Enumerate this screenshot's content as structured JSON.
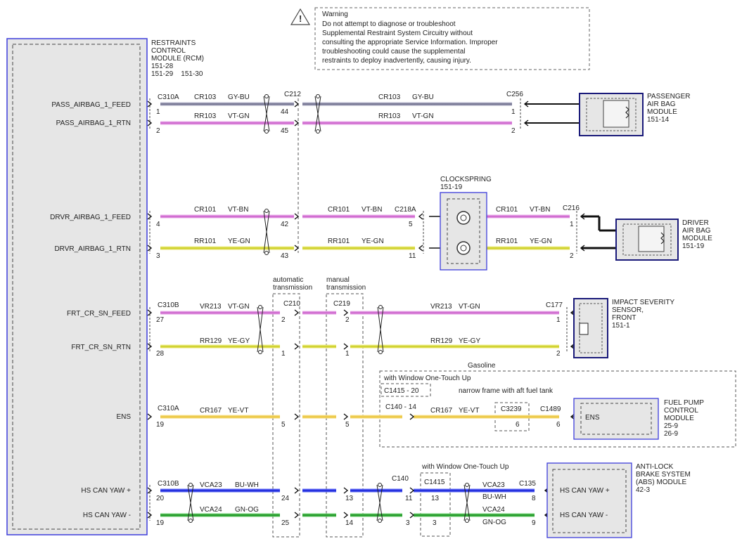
{
  "warning": {
    "heading": "Warning",
    "lines": [
      "Do not attempt to diagnose or troubleshoot",
      "Supplemental Restraint System Circuitry without",
      "consulting the appropriate Service Information. Improper",
      "troubleshooting could cause the supplemental",
      "restraints to deploy inadvertently, causing injury."
    ]
  },
  "rcm": {
    "name_lines": [
      "RESTRAINTS",
      "CONTROL",
      "MODULE (RCM)",
      "151-28",
      "151-29    151-30"
    ],
    "pins": [
      "PASS_AIRBAG_1_FEED",
      "PASS_AIRBAG_1_RTN",
      "DRVR_AIRBAG_1_FEED",
      "DRVR_AIRBAG_1_RTN",
      "FRT_CR_SN_FEED",
      "FRT_CR_SN_RTN",
      "ENS",
      "HS CAN YAW +",
      "HS CAN YAW -"
    ]
  },
  "connectors": {
    "c310a_1": "C310A",
    "c212": "C212",
    "c256": "C256",
    "c218a": "C218A",
    "c216": "C216",
    "c310b_1": "C310B",
    "c210": "C210",
    "c219": "C219",
    "c177": "C177",
    "c310a_2": "C310A",
    "c140_14": "C140 - 14",
    "c3239": "C3239",
    "c1489": "C1489",
    "c1415_20": "C1415 - 20",
    "c310b_2": "C310B",
    "c140": "C140",
    "c1415": "C1415",
    "c135": "C135"
  },
  "pins": {
    "p1": "1",
    "p2": "2",
    "p44": "44",
    "p45": "45",
    "p1b": "1",
    "p2b": "2",
    "p4": "4",
    "p3": "3",
    "p42": "42",
    "p43": "43",
    "p5": "5",
    "p11": "11",
    "p1c": "1",
    "p2c": "2",
    "p27": "27",
    "p28": "28",
    "p2d": "2",
    "p1d": "1",
    "p2e": "2",
    "p1e": "1",
    "p1f": "1",
    "p2f": "2",
    "p19": "19",
    "p5a": "5",
    "p5b": "5",
    "p6a": "6",
    "p6b": "6",
    "p20": "20",
    "p19b": "19",
    "p24": "24",
    "p25": "25",
    "p13": "13",
    "p14": "14",
    "p11b": "11",
    "p3b": "3",
    "p13b": "13",
    "p3c": "3",
    "p8": "8",
    "p9": "9"
  },
  "wires": {
    "cr103": "CR103",
    "gybu": "GY-BU",
    "rr103": "RR103",
    "vtgn": "VT-GN",
    "cr101": "CR101",
    "vtbn": "VT-BN",
    "rr101": "RR101",
    "yegn": "YE-GN",
    "vr213": "VR213",
    "vtgn2": "VT-GN",
    "rr129": "RR129",
    "yegy": "YE-GY",
    "cr167": "CR167",
    "yevt": "YE-VT",
    "vca23": "VCA23",
    "buwh": "BU-WH",
    "vca24": "VCA24",
    "gnog": "GN-OG"
  },
  "devices": {
    "passenger": [
      "PASSENGER",
      "AIR BAG",
      "MODULE",
      "151-14"
    ],
    "clockspring": [
      "CLOCKSPRING",
      "151-19"
    ],
    "driver": [
      "DRIVER",
      "AIR BAG",
      "MODULE",
      "151-19"
    ],
    "impact": [
      "IMPACT SEVERITY",
      "SENSOR,",
      "FRONT",
      "151-1"
    ],
    "fuel": [
      "FUEL PUMP",
      "CONTROL",
      "MODULE",
      "25-9",
      "26-9"
    ],
    "fuel_pin": "ENS",
    "abs": [
      "ANTI-LOCK",
      "BRAKE SYSTEM",
      "(ABS) MODULE",
      "42-3"
    ],
    "abs_pins": [
      "HS CAN YAW +",
      "HS CAN YAW -"
    ]
  },
  "notes": {
    "automatic": [
      "automatic",
      "transmission"
    ],
    "manual": [
      "manual",
      "transmission"
    ],
    "gasoline": "Gasoline",
    "window1": "with Window One-Touch Up",
    "narrow": "narrow frame with aft fuel tank",
    "window2": "with Window One-Touch Up"
  },
  "colors": {
    "gray": "#7d7d9a",
    "pink": "#d46fd4",
    "yellow": "#e9e62a",
    "ens_yellow": "#f2d34a",
    "blue": "#1a26e6",
    "green": "#1b9d23",
    "frame": "#3d3ddb",
    "fill": "#e6e6e6"
  }
}
